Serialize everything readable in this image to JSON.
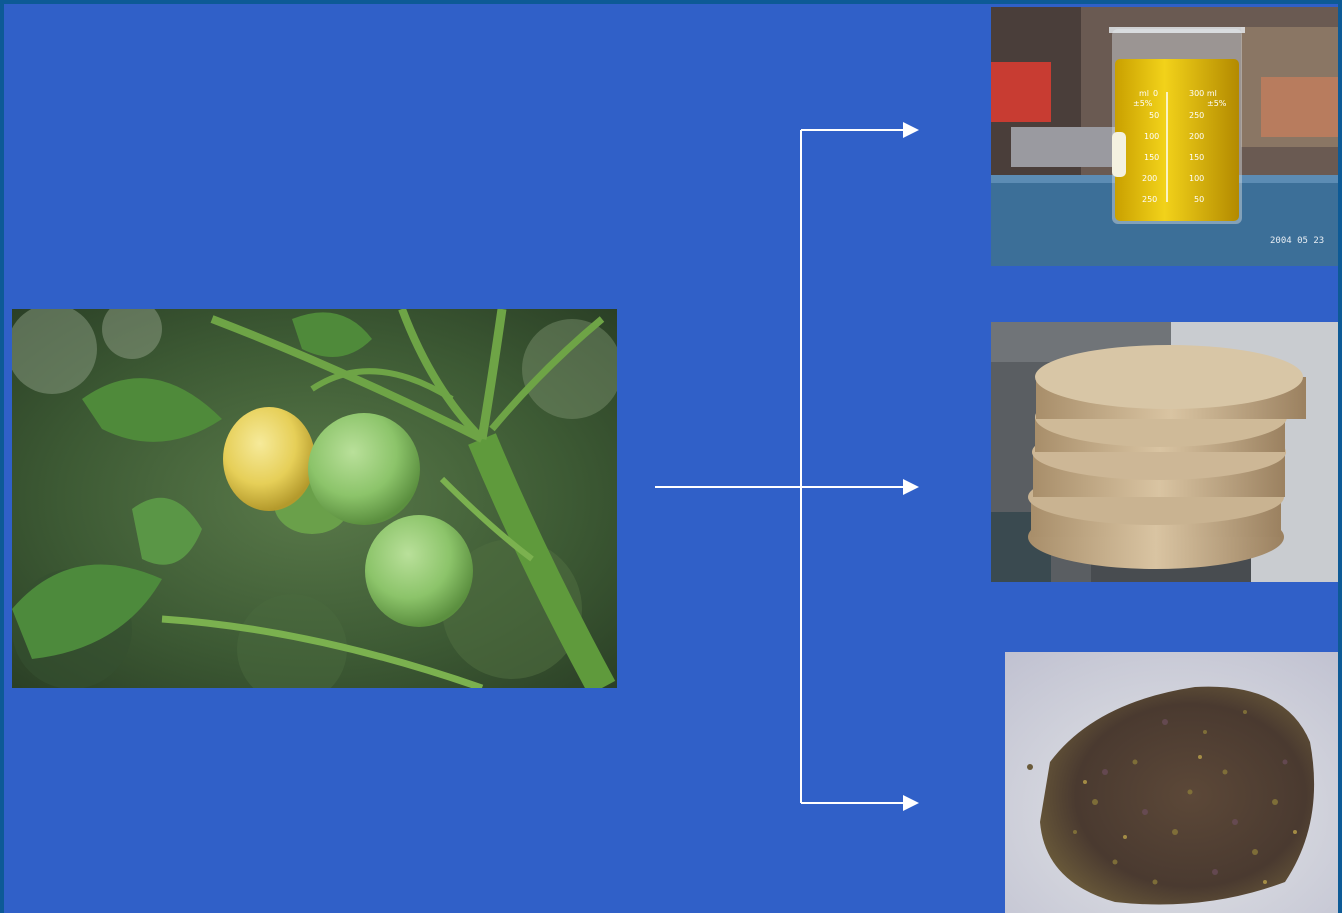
{
  "slide": {
    "background_color": "#3060c8",
    "border_color": "#0d5a96",
    "arrow_color": "#ffffff"
  },
  "images": {
    "source": {
      "subject": "jatropha-fruits-on-branch"
    },
    "outputs": [
      {
        "subject": "oil-in-measuring-beaker",
        "date_stamp": "2004 05 23"
      },
      {
        "subject": "pressed-seed-cake-discs"
      },
      {
        "subject": "crushed-seed-shells-pile"
      }
    ]
  },
  "beaker": {
    "left_unit": "ml",
    "right_unit": "300 ml",
    "tolerance": "±5%",
    "left_marks": [
      "0",
      "50",
      "100",
      "150",
      "200",
      "250"
    ],
    "right_marks": [
      "300",
      "250",
      "200",
      "150",
      "100",
      "50"
    ]
  }
}
